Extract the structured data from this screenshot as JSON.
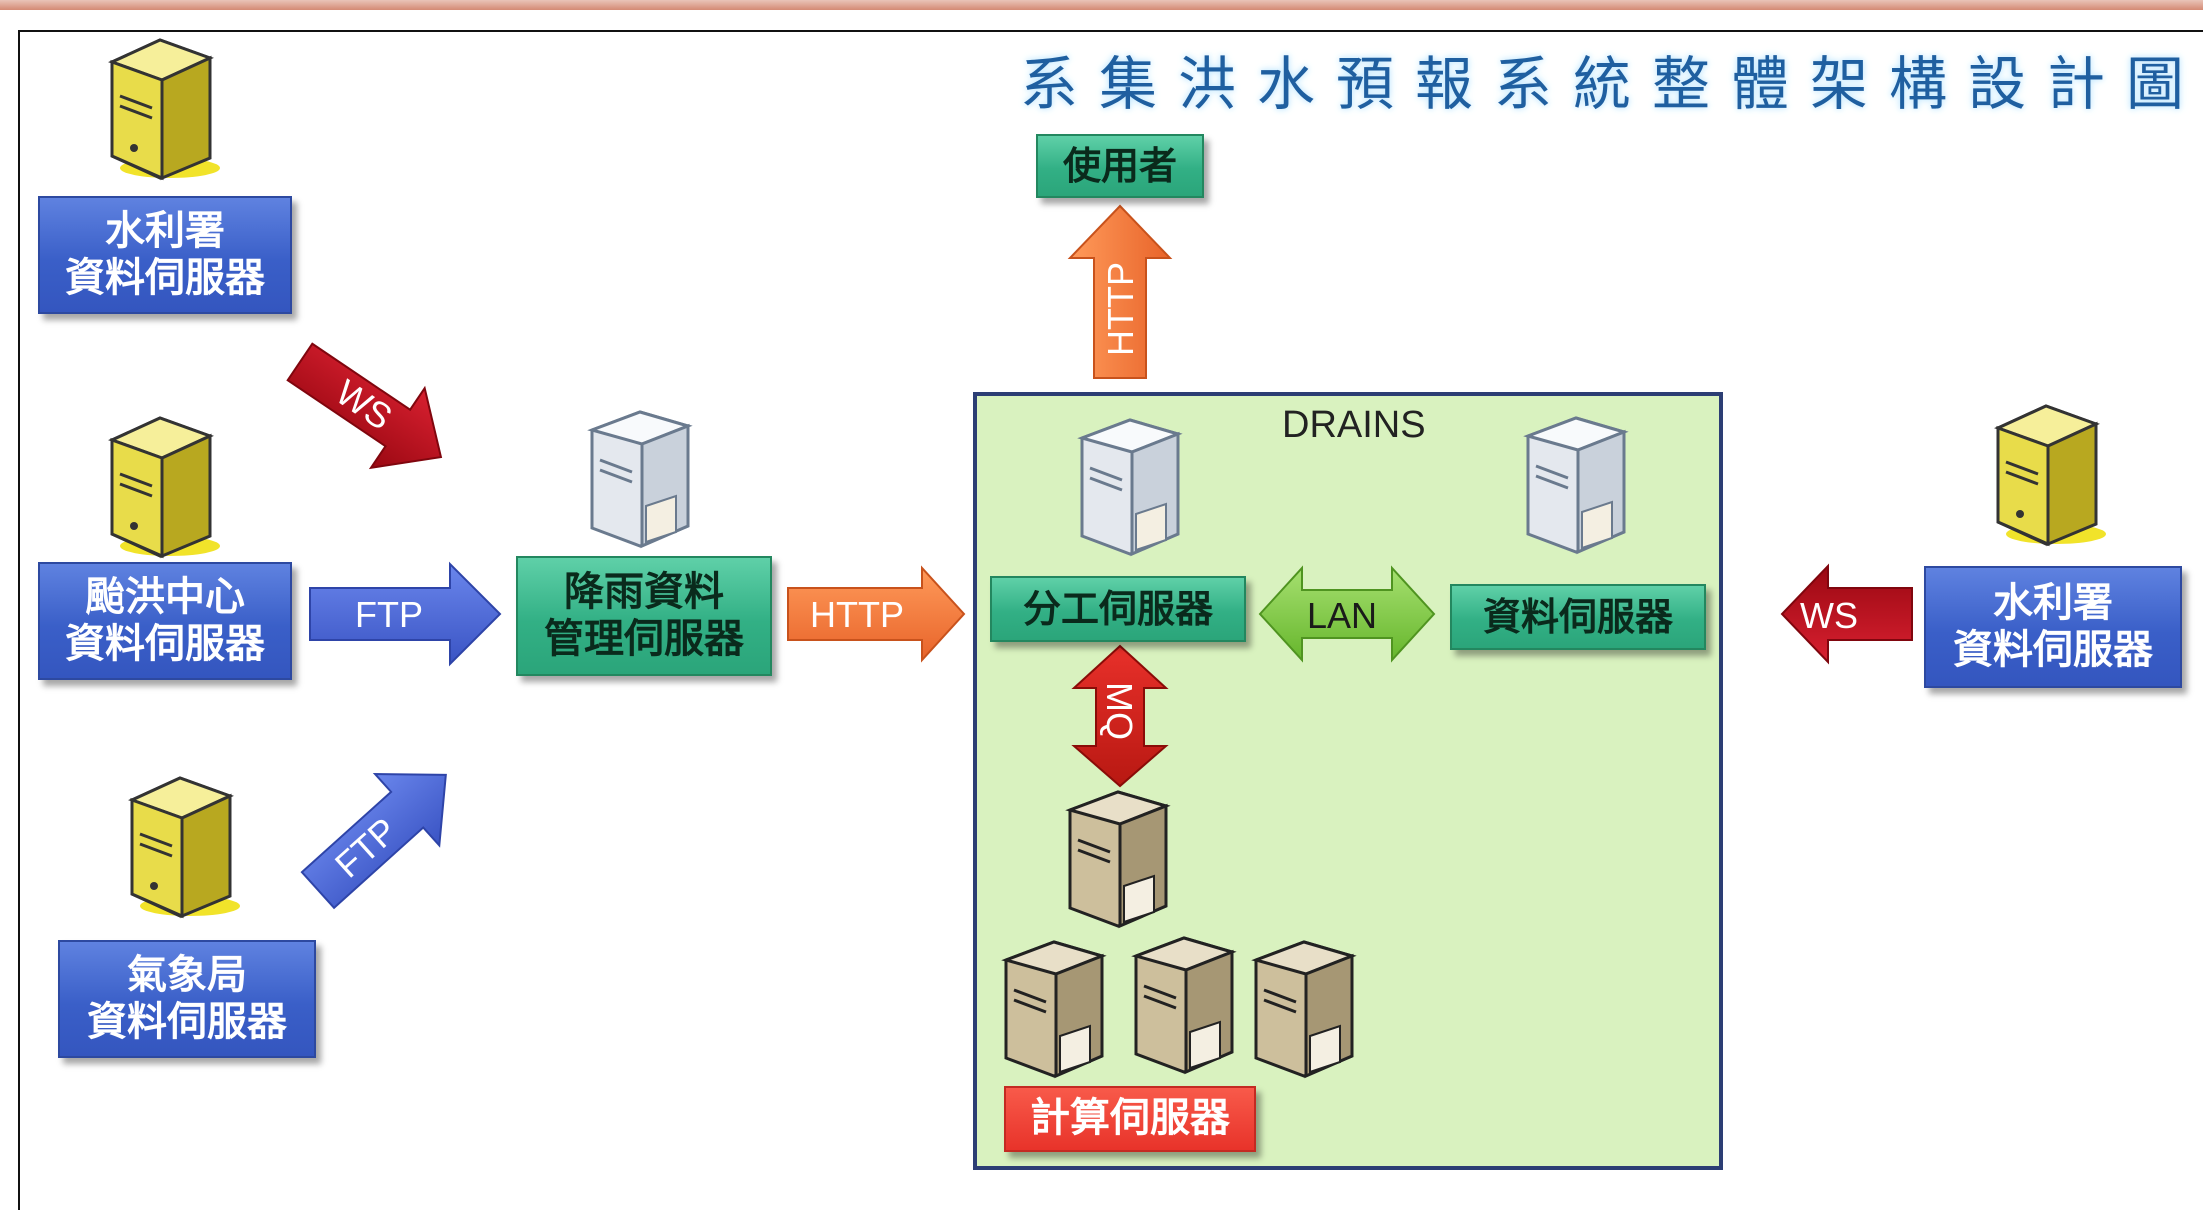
{
  "title": "系集洪水預報系統整體架構設計圖",
  "drains_label": "DRAINS",
  "nodes": {
    "wra_left": {
      "line1": "水利署",
      "line2": "資料伺服器"
    },
    "typhoon": {
      "line1": "颱洪中心",
      "line2": "資料伺服器"
    },
    "cwb": {
      "line1": "氣象局",
      "line2": "資料伺服器"
    },
    "rain_mgmt": {
      "line1": "降雨資料",
      "line2": "管理伺服器"
    },
    "user": {
      "label": "使用者"
    },
    "dispatch": {
      "label": "分工伺服器"
    },
    "data_server": {
      "label": "資料伺服器"
    },
    "wra_right": {
      "line1": "水利署",
      "line2": "資料伺服器"
    },
    "compute": {
      "label": "計算伺服器"
    }
  },
  "arrows": {
    "ws_left": "WS",
    "ftp_typhoon": "FTP",
    "ftp_cwb": "FTP",
    "http_rain": "HTTP",
    "http_user": "HTTP",
    "lan": "LAN",
    "mq": "MQ",
    "ws_right": "WS"
  },
  "icons": {
    "external_server": "server-yellow-icon",
    "internal_server": "server-white-icon",
    "compute_server": "server-tan-icon"
  },
  "colors": {
    "blue_box": "#3a5fc8",
    "teal_box": "#32b085",
    "red_box": "#e8332a",
    "drains_bg": "#d9f2bf",
    "ws_arrow": "#c0101a",
    "ftp_arrow": "#4a66d6",
    "http_arrow": "#f07a3a",
    "lan_arrow": "#7cc63a",
    "title": "#1f5fa0"
  }
}
